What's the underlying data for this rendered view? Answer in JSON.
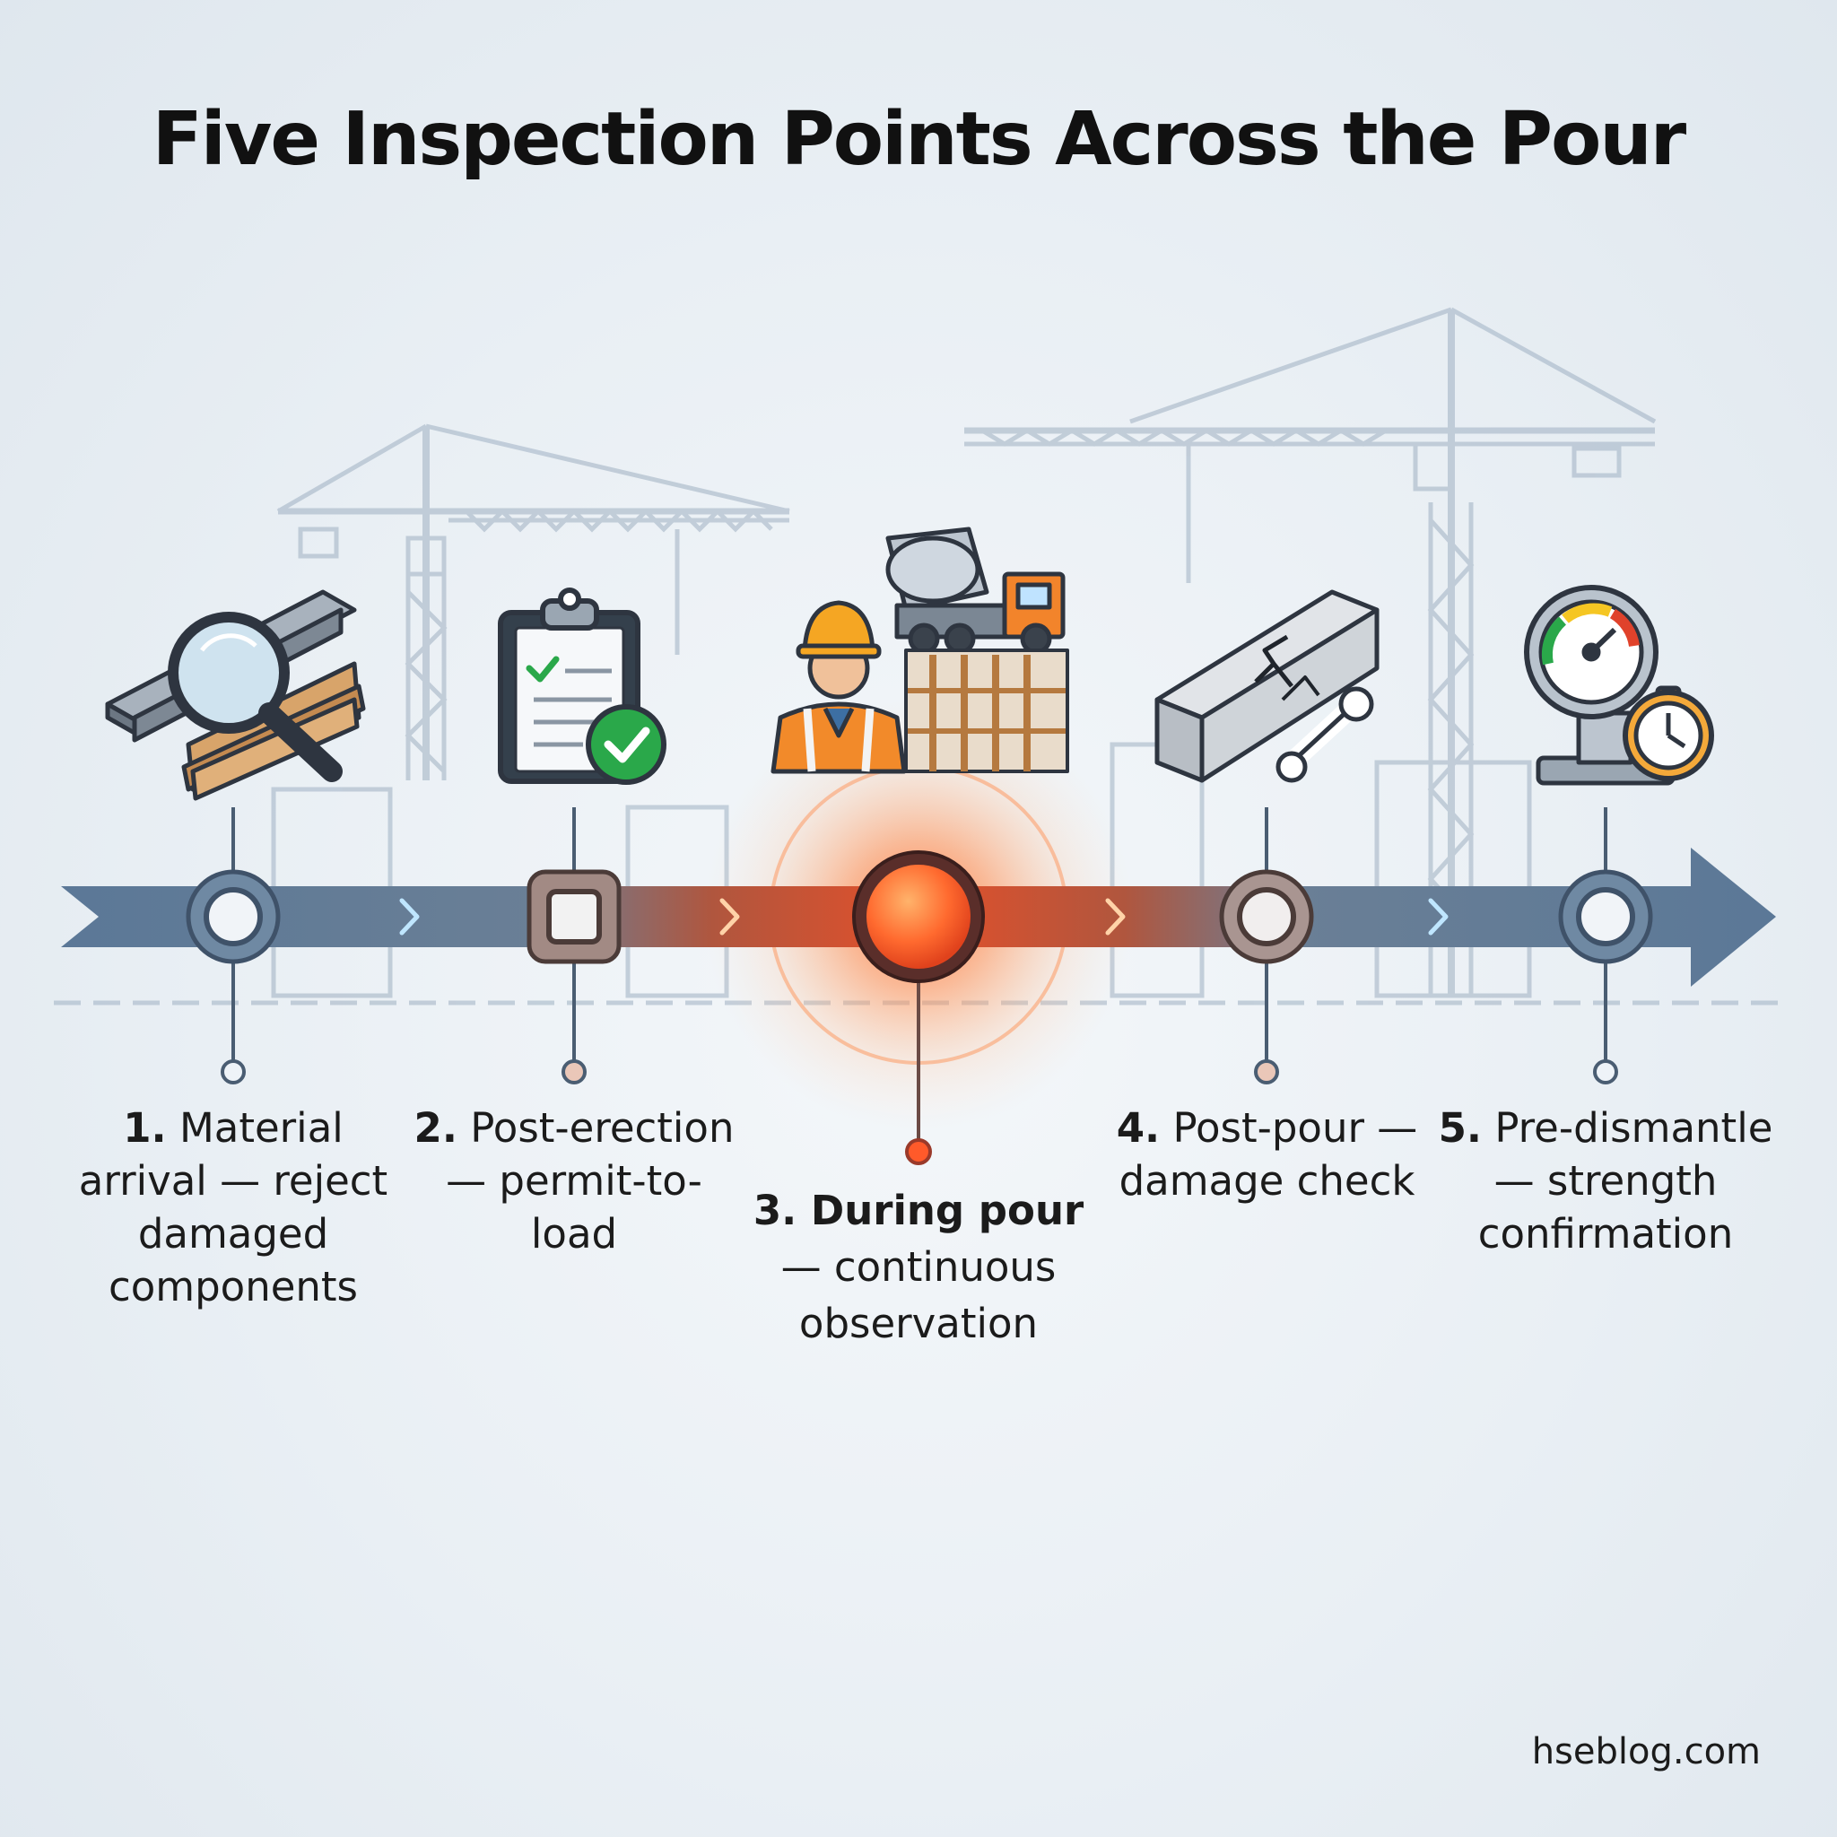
{
  "title": "Five Inspection Points Across the Pour",
  "steps": [
    {
      "number": "1.",
      "text": "Material arrival — reject damaged components",
      "icon": "magnifier-steel-timber-icon"
    },
    {
      "number": "2.",
      "text": "Post-erection — permit-to-load",
      "icon": "checklist-approved-icon"
    },
    {
      "number": "3.",
      "text": "During pour",
      "text2": "— continuous observation",
      "icon": "worker-mixer-truck-icon",
      "highlighted": true
    },
    {
      "number": "4.",
      "text": "Post-pour — damage check",
      "icon": "cracked-beam-wrench-icon"
    },
    {
      "number": "5.",
      "text": "Pre-dismantle — strength confirmation",
      "icon": "gauge-stopwatch-icon"
    }
  ],
  "footer": "hseblog.com",
  "colors": {
    "timeline": "#5b7897",
    "highlight": "#ff5a2a",
    "accent_green": "#2aa84a",
    "hardhat": "#f5a623",
    "background": "#e9eff4"
  }
}
